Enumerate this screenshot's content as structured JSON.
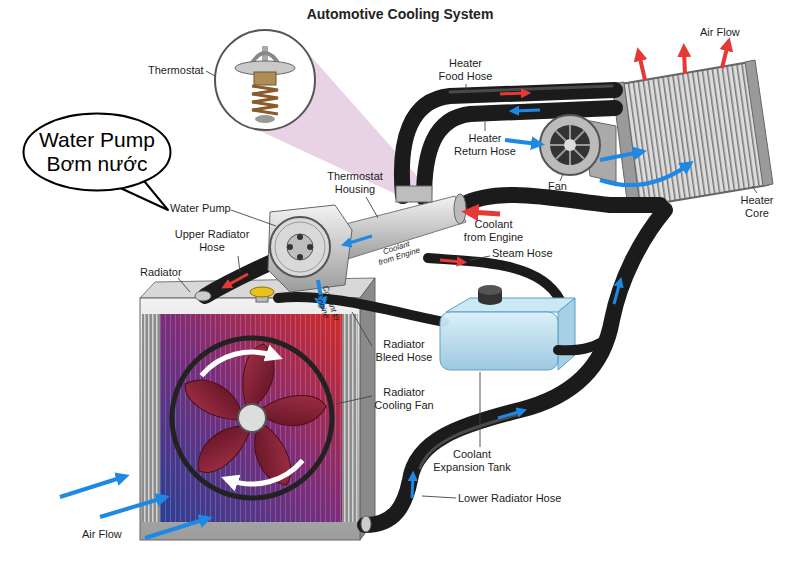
{
  "diagram": {
    "title": "Automotive Cooling System",
    "nodes": [
      {
        "text": [
          "Water Pump",
          "Bơm nước"
        ]
      }
    ],
    "labels": [
      "Thermostat",
      "Heater Food Hose",
      "Air Flow",
      "Heater Return Hose",
      "Fan",
      "Heater Core",
      "Thermostat Housing",
      "Coolant from Engine",
      "Water Pump",
      "Upper Radiator Hose",
      "Coolant from Engine",
      "Steam Hose",
      "Radiator",
      "Coolant to Engine",
      "Radiator Bleed Hose",
      "Radiator Cooling Fan",
      "Coolant Expansion Tank",
      "Lower Radiator Hose",
      "Air Flow"
    ]
  }
}
